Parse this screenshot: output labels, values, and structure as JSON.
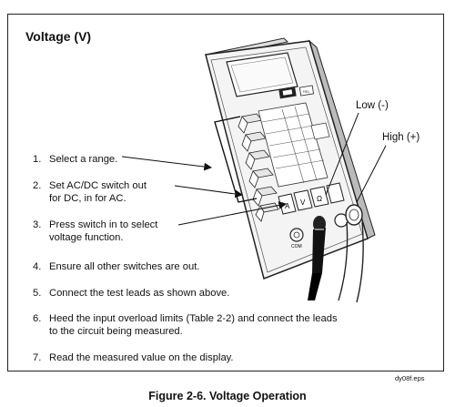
{
  "section_title": "Voltage (V)",
  "steps": [
    {
      "num": "1.",
      "lines": [
        "Select a range."
      ]
    },
    {
      "num": "2.",
      "lines": [
        "Set AC/DC switch out",
        "for DC, in for AC."
      ]
    },
    {
      "num": "3.",
      "lines": [
        "Press switch in to select",
        "voltage function."
      ]
    },
    {
      "num": "4.",
      "lines": [
        "Ensure all other switches are out."
      ]
    },
    {
      "num": "5.",
      "lines": [
        "Connect the test leads as shown above."
      ]
    },
    {
      "num": "6.",
      "lines": [
        "Heed the input overload limits (Table 2-2) and connect the leads",
        "to the circuit being measured."
      ]
    },
    {
      "num": "7.",
      "lines": [
        "Read the measured value on the display."
      ]
    }
  ],
  "lead_labels": {
    "low": "Low (-)",
    "high": "High (+)"
  },
  "meter_labels": {
    "a": "A",
    "v": "V",
    "ohm": "Ω",
    "com": "COM",
    "rel": "REL"
  },
  "file_tag": "dy08f.eps",
  "caption": "Figure 2-6. Voltage Operation"
}
